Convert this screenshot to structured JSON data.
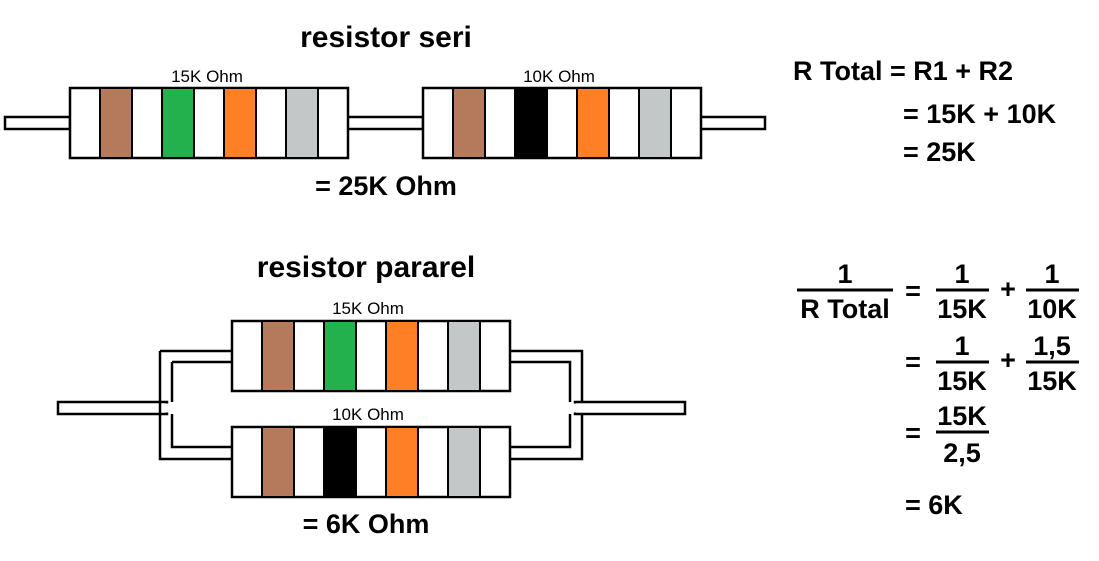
{
  "series": {
    "title": "resistor seri",
    "r1_label": "15K Ohm",
    "r2_label": "10K Ohm",
    "result": "= 25K Ohm",
    "formula": {
      "line1": "R Total = R1 + R2",
      "line2": "= 15K + 10K",
      "line3": "= 25K"
    }
  },
  "parallel": {
    "title": "resistor pararel",
    "r1_label": "15K Ohm",
    "r2_label": "10K Ohm",
    "result": "= 6K Ohm",
    "formula": {
      "lhs_num": "1",
      "lhs_den": "R Total",
      "eq": "=",
      "plus": "+",
      "f1_num": "1",
      "f1_den": "15K",
      "f2_num": "1",
      "f2_den": "10K",
      "f3_num": "1",
      "f3_den": "15K",
      "f4_num": "1,5",
      "f4_den": "15K",
      "f5_num": "15K",
      "f5_den": "2,5",
      "final": "= 6K"
    }
  },
  "colors": {
    "brown": "#b57a5c",
    "green": "#22b14c",
    "orange": "#ff7f27",
    "grey": "#c3c7c7",
    "black": "#000000",
    "outline": "#000000",
    "background": "#ffffff"
  },
  "bands": {
    "r15k": [
      "brown",
      "green",
      "orange",
      "grey"
    ],
    "r10k": [
      "brown",
      "black",
      "orange",
      "grey"
    ]
  }
}
